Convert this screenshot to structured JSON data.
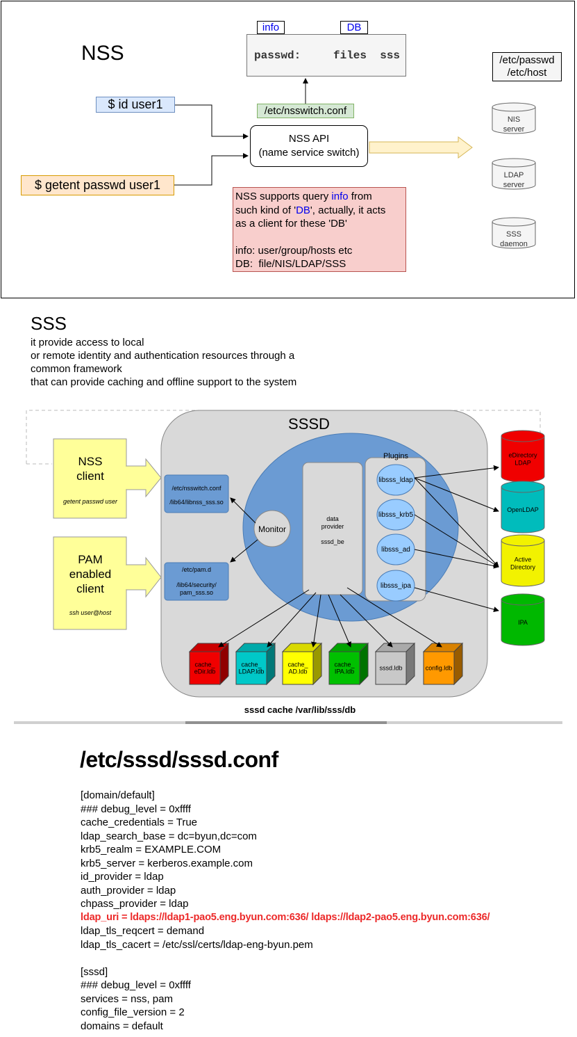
{
  "nss": {
    "title": "NSS",
    "info_tag": "info",
    "db_tag": "DB",
    "passwd_label": "passwd:",
    "passwd_sources": "files  sss",
    "nsswitch_file": "/etc/nsswitch.conf",
    "cmd_id": "$ id user1",
    "cmd_getent": "$ getent passwd user1",
    "api_line1": "NSS API",
    "api_line2": "(name service switch)",
    "etc_files_line1": "/etc/passwd",
    "etc_files_line2": "/etc/host",
    "nis_server": [
      "NIS",
      "server"
    ],
    "ldap_server": [
      "LDAP",
      "server"
    ],
    "sss_daemon": [
      "SSS",
      "daemon"
    ],
    "note": {
      "l1a": "NSS supports query ",
      "l1b": "info",
      "l1c": " from",
      "l2a": "such kind of '",
      "l2b": "DB",
      "l2c": "', actually, it acts",
      "l3": "as a client for these 'DB'",
      "l4": "info: user/group/hosts etc",
      "l5": "DB:  file/NIS/LDAP/SSS"
    },
    "colors": {
      "note_bg": "#f5cdcd",
      "note_border": "#b85450",
      "cmd_id_bg": "#dae8fc",
      "cmd_getent_bg": "#ffe6cc",
      "nsswitch_bg": "#d5e8d4",
      "arrow_yellow": "#fff2cc",
      "link_blue": "#0000ee"
    }
  },
  "sss": {
    "title": "SSS",
    "desc": [
      "it provide access to local",
      "or remote identity and authentication resources through a",
      "common framework",
      "that can provide caching and offline support to the system"
    ]
  },
  "sssd_diagram": {
    "title": "SSSD",
    "nss_client": [
      "NSS",
      "client"
    ],
    "nss_client_sub": "getent passwd user",
    "pam_client": [
      "PAM",
      "enabled",
      "client"
    ],
    "pam_client_sub": "ssh user@host",
    "nss_module": [
      "/etc/nsswitch.conf",
      "/lib64/libnss_sss.so"
    ],
    "pam_module": [
      "/etc/pam.d",
      "/lib64/security/",
      "pam_sss.so"
    ],
    "monitor": "Monitor",
    "data_provider": [
      "data",
      "provider",
      "sssd_be"
    ],
    "plugins_title": "Plugins",
    "plugins": [
      "libsss_ldap",
      "libsss_krb5",
      "libsss_ad",
      "libsss_ipa"
    ],
    "backends": [
      {
        "label": [
          "eDirectory",
          "LDAP"
        ],
        "color": "#f00000"
      },
      {
        "label": [
          "OpenLDAP"
        ],
        "color": "#00bcbc"
      },
      {
        "label": [
          "Active",
          "Directory"
        ],
        "color": "#f2f200"
      },
      {
        "label": [
          "IPA"
        ],
        "color": "#00b800"
      }
    ],
    "caches": [
      {
        "label": [
          "cache_",
          "eDir.ldb"
        ],
        "color": "#f00000"
      },
      {
        "label": [
          "cache_",
          "LDAP.ldb"
        ],
        "color": "#00c8c8"
      },
      {
        "label": [
          "cache_",
          "AD.ldb"
        ],
        "color": "#ffff00"
      },
      {
        "label": [
          "cache_",
          "IPA.ldb"
        ],
        "color": "#00c000"
      },
      {
        "label": [
          "sssd.ldb"
        ],
        "color": "#c8c8c8"
      },
      {
        "label": [
          "config.ldb"
        ],
        "color": "#ff9900"
      }
    ],
    "caption": "sssd cache /var/lib/sss/db"
  },
  "conf": {
    "title": "/etc/sssd/sssd.conf",
    "lines1": [
      "[domain/default]",
      "### debug_level = 0xffff",
      "cache_credentials = True",
      "ldap_search_base = dc=byun,dc=com",
      "krb5_realm = EXAMPLE.COM",
      "krb5_server = kerberos.example.com",
      "id_provider = ldap",
      "auth_provider = ldap",
      "chpass_provider = ldap"
    ],
    "highlight": "ldap_uri = ldaps://ldap1-pao5.eng.byun.com:636/ ldaps://ldap2-pao5.eng.byun.com:636/",
    "lines2": [
      "ldap_tls_reqcert = demand",
      "ldap_tls_cacert = /etc/ssl/certs/ldap-eng-byun.pem"
    ],
    "lines3": [
      "[sssd]",
      "### debug_level = 0xffff",
      "services = nss, pam",
      "config_file_version = 2",
      "domains = default"
    ],
    "highlight_color": "#ec2a2a"
  }
}
